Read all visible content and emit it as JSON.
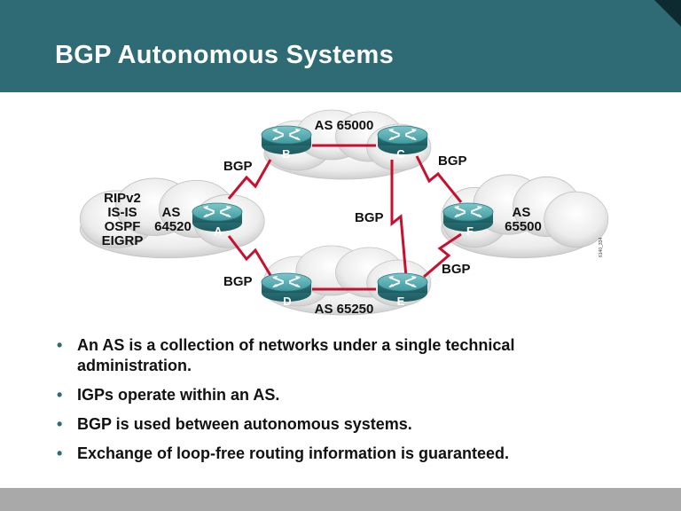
{
  "slide": {
    "title": "BGP Autonomous Systems",
    "figure_code": "6140_334"
  },
  "diagram": {
    "as_labels": {
      "b_c": "AS 65000",
      "d_e": "AS 65250",
      "a_number": "AS\n64520",
      "f_number": "AS\n65500"
    },
    "igps": [
      "RIPv2",
      "IS-IS",
      "OSPF",
      "EIGRP"
    ],
    "routers": {
      "a": "A",
      "b": "B",
      "c": "C",
      "d": "D",
      "e": "E",
      "f": "F"
    },
    "links": {
      "a_b": "BGP",
      "a_d": "BGP",
      "c_f": "BGP",
      "c_e": "BGP",
      "e_f": "BGP"
    }
  },
  "bullets": [
    "An AS is a collection of networks under a single technical administration.",
    "IGPs operate within an AS.",
    "BGP is used between autonomous systems.",
    "Exchange of loop-free routing information is guaranteed."
  ],
  "colors": {
    "header": "#2e6b75",
    "router": "#4aa3a8",
    "link": "#c8102e",
    "footer": "#a9a9a9"
  }
}
